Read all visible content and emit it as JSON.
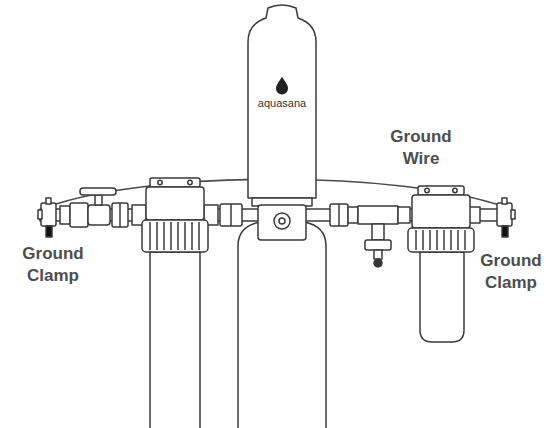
{
  "diagram": {
    "labels": [
      "aquasana",
      "Ground Wire",
      "Ground Clamp",
      "Ground Clamp"
    ]
  }
}
